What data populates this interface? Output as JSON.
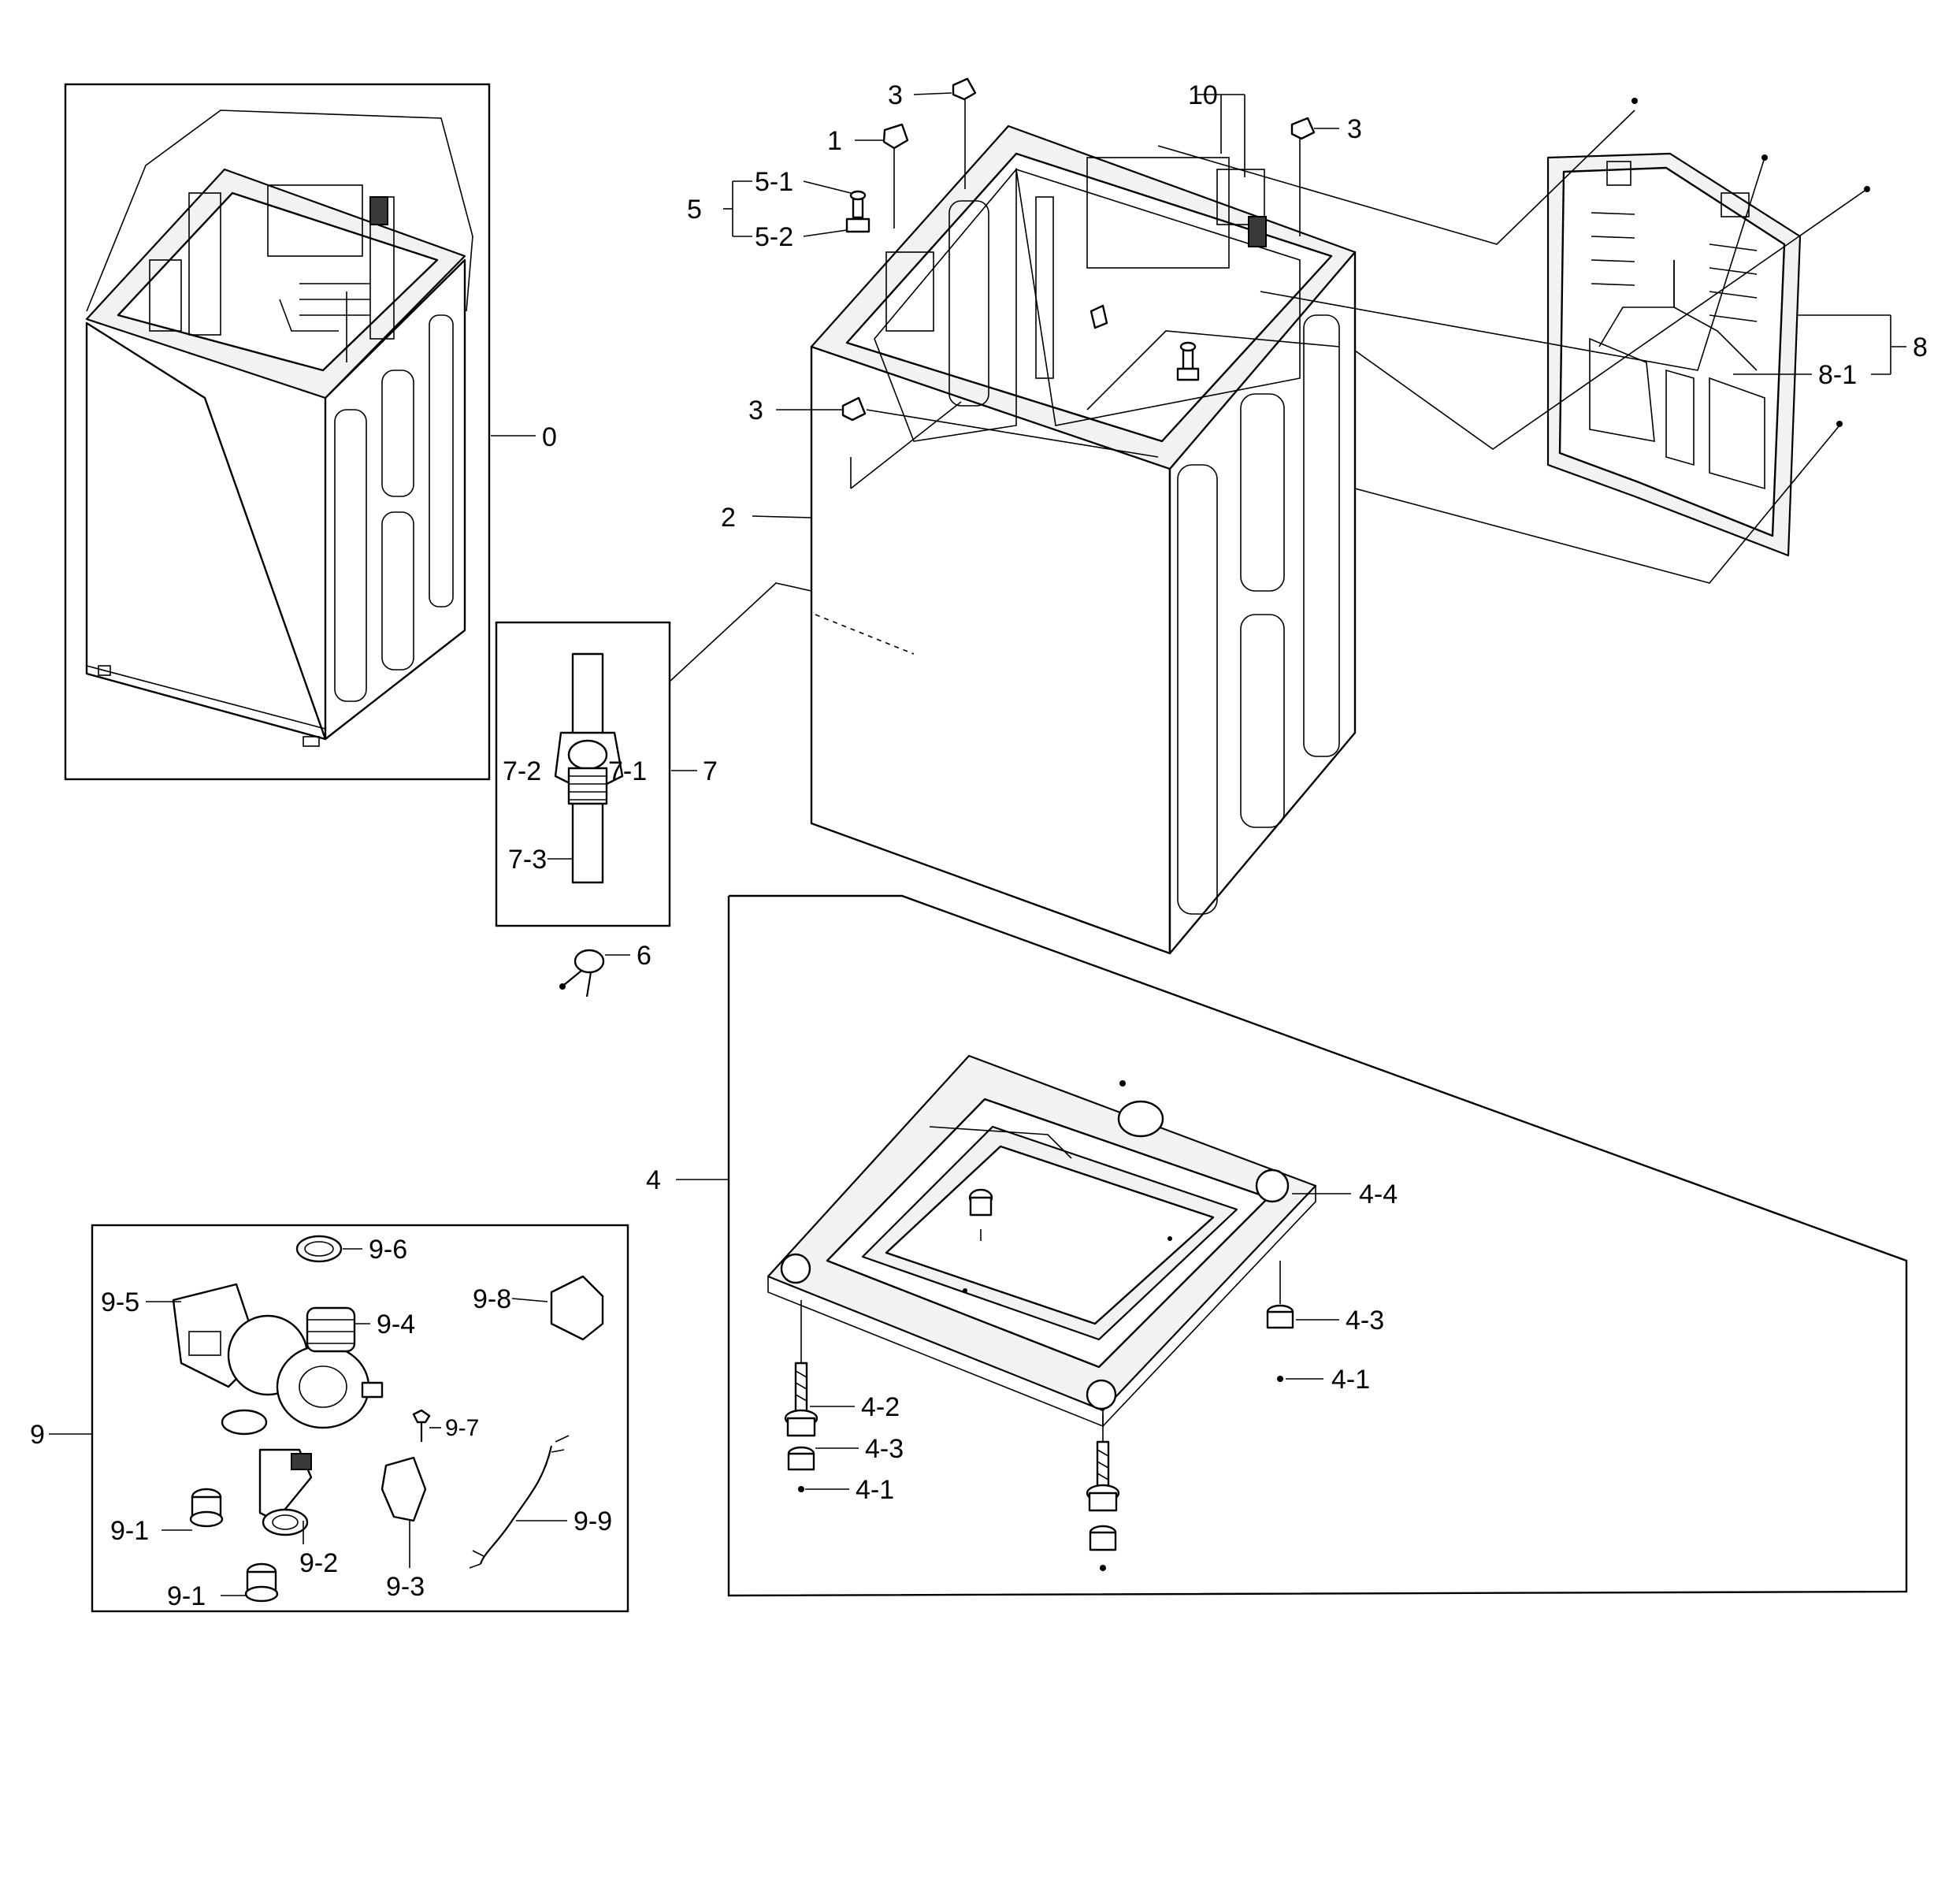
{
  "labels": {
    "l0": "0",
    "l1": "1",
    "l2": "2",
    "l3": "3",
    "l4": "4",
    "l5": "5",
    "l5_1": "5-1",
    "l5_2": "5-2",
    "l6": "6",
    "l7": "7",
    "l7_1": "7-1",
    "l7_2": "7-2",
    "l7_3": "7-3",
    "l8": "8",
    "l8_1": "8-1",
    "l9": "9",
    "l9_1": "9-1",
    "l9_2": "9-2",
    "l9_3": "9-3",
    "l9_4": "9-4",
    "l9_5": "9-5",
    "l9_6": "9-6",
    "l9_7": "9-7",
    "l9_8": "9-8",
    "l9_9": "9-9",
    "l10": "10",
    "l4_1": "4-1",
    "l4_2": "4-2",
    "l4_3": "4-3",
    "l4_4": "4-4"
  },
  "icons": {
    "assembled_cabinet": "washer-cabinet-assembly",
    "cabinet": "cabinet-shell",
    "back_panel": "rear-cover-panel",
    "base_frame": "base-frame",
    "drain_hose": "drain-hose",
    "drain_pump": "drain-pump-assembly"
  }
}
